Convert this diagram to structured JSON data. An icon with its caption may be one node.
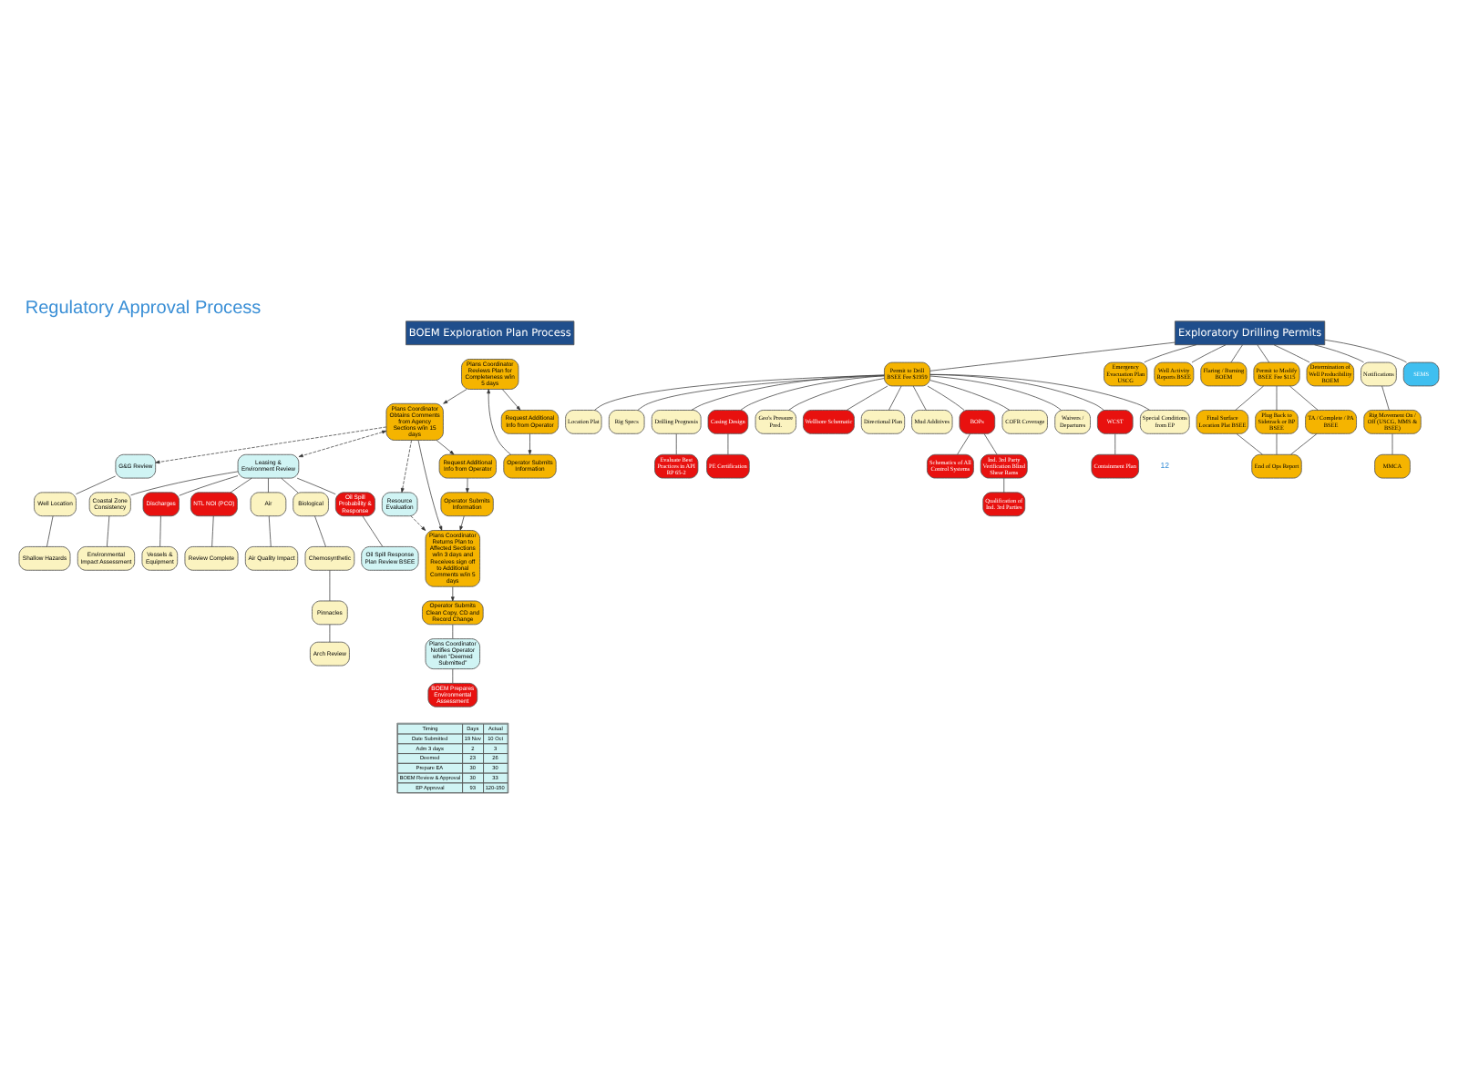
{
  "diagram": {
    "title": "Regulatory Approval Process",
    "nodes": [
      {
        "text": [
          "BOEM Exploration Plan Process"
        ]
      },
      {
        "text": [
          "Plans Coordinator Reviews Plan for Completeness w/in 5 days"
        ]
      },
      {
        "text": [
          "Plans Coordinator Obtains Comments from Agency Sections w/in 15 days"
        ]
      },
      {
        "text": [
          "Plans Coordinator Returns Plan to Affected Sections w/in 3 days and Receives sign off to Additional Comments w/in 5 days"
        ]
      },
      {
        "text": [
          "Operator Submits Clean Copy, CD and Record Change"
        ]
      },
      {
        "text": [
          "Request Additional Info from Operator"
        ]
      },
      {
        "text": [
          "Operator Submits Information"
        ]
      },
      {
        "text": [
          "Request Additional Info from Operator"
        ]
      },
      {
        "text": [
          "Operator Submits Information"
        ]
      },
      {
        "text": [
          "Plans Coordinator Notifies Operator when “Deemed Submitted”"
        ]
      },
      {
        "text": [
          "G&G Review"
        ]
      },
      {
        "text": [
          "Leasing & Environment Review"
        ]
      },
      {
        "text": [
          "Resource Evaluation"
        ]
      },
      {
        "text": [
          "BOEM Prepares Environmental Assessment"
        ]
      },
      {
        "text": [
          "Well Location"
        ]
      },
      {
        "text": [
          "Shallow Hazards"
        ]
      },
      {
        "text": [
          "Air"
        ]
      },
      {
        "text": [
          "Air Quality Impact"
        ]
      },
      {
        "text": [
          "Biological"
        ]
      },
      {
        "text": [
          "Chemosynthetic"
        ]
      },
      {
        "text": [
          "Pinnacles"
        ]
      },
      {
        "text": [
          "Arch Review"
        ]
      },
      {
        "text": [
          "Oil Spill Probability & Response"
        ]
      },
      {
        "text": [
          "Coastal Zone Consistency"
        ]
      },
      {
        "text": [
          "Environmental Impact Assessment"
        ]
      },
      {
        "text": [
          "Discharges"
        ]
      },
      {
        "text": [
          "Vessels & Equipment"
        ]
      },
      {
        "text": [
          "NTL NOI (PCO)"
        ]
      },
      {
        "text": [
          "Review Complete"
        ]
      },
      {
        "text": [
          "Oil Spill Response Plan Review BSEE"
        ]
      },
      {
        "text": [
          "Exploratory Drilling Permits"
        ]
      },
      {
        "text": [
          "Permit to Drill BSEE Fee $1959"
        ]
      },
      {
        "text": [
          "Emergency Evacuation Plan USCG"
        ]
      },
      {
        "text": [
          "Well Activity Reports BSEE"
        ]
      },
      {
        "text": [
          "Flaring / Burning BOEM"
        ]
      },
      {
        "text": [
          "Permit to Modify BSEE Fee $115"
        ]
      },
      {
        "text": [
          "Determination of Well Producibility BOEM"
        ]
      },
      {
        "text": [
          "Notifications"
        ]
      },
      {
        "text": [
          "Rig Movement On / Off (USCG, MMS & BSEE)"
        ]
      },
      {
        "text": [
          "MMCA"
        ]
      },
      {
        "text": [
          "SEMS"
        ]
      },
      {
        "text": [
          "Final Surface Location Plat BSEE"
        ]
      },
      {
        "text": [
          "Plug Back to Sidetrack or BP BSEE"
        ]
      },
      {
        "text": [
          "TA / Complete / PA BSEE"
        ]
      },
      {
        "text": [
          "End of Ops Report"
        ]
      },
      {
        "text": [
          "Location Plat"
        ]
      },
      {
        "text": [
          "Rig Specs"
        ]
      },
      {
        "text": [
          "Drilling Prognosis"
        ]
      },
      {
        "text": [
          "Casing Design"
        ]
      },
      {
        "text": [
          "Evaluate Best Practices in API RP 65-2"
        ]
      },
      {
        "text": [
          "PE Certification"
        ]
      },
      {
        "text": [
          "Geo's Pressure Pred."
        ]
      },
      {
        "text": [
          "Wellbore Schematic"
        ]
      },
      {
        "text": [
          "Directional Plan"
        ]
      },
      {
        "text": [
          "Mud Additives"
        ]
      },
      {
        "text": [
          "BOPs"
        ]
      },
      {
        "text": [
          "Schematics of All Control Systems"
        ]
      },
      {
        "text": [
          "Ind. 3rd Party Verification Blind Shear Rams"
        ]
      },
      {
        "text": [
          "Qualification of Ind. 3rd Parties"
        ]
      },
      {
        "text": [
          "COFR Coverage"
        ]
      },
      {
        "text": [
          "Waivers / Departures"
        ]
      },
      {
        "text": [
          "WCST"
        ]
      },
      {
        "text": [
          "Containment Plan"
        ]
      },
      {
        "text": [
          "Special Conditions from EP"
        ]
      }
    ],
    "edges": [
      {
        "from": 1,
        "to": 2,
        "arrow": "to"
      },
      {
        "from": 1,
        "to": 5,
        "arrow": "to"
      },
      {
        "from": 5,
        "to": 6,
        "arrow": "to"
      },
      {
        "from": 6,
        "to": 1,
        "arrow": "to"
      },
      {
        "from": 2,
        "to": 3,
        "arrow": "to"
      },
      {
        "from": 2,
        "to": 7,
        "arrow": "to"
      },
      {
        "from": 7,
        "to": 8,
        "arrow": "to"
      },
      {
        "from": 8,
        "to": 3,
        "arrow": "to"
      },
      {
        "from": 3,
        "to": 4,
        "arrow": "to"
      },
      {
        "from": 4,
        "to": 9,
        "arrow": "none"
      },
      {
        "from": 9,
        "to": 13,
        "arrow": "none"
      },
      {
        "from": 2,
        "to": 10,
        "arrow": "to",
        "style": "dashed"
      },
      {
        "from": 2,
        "to": 11,
        "arrow": "both",
        "style": "dashed"
      },
      {
        "from": 2,
        "to": 12,
        "arrow": "to",
        "style": "dashed"
      },
      {
        "from": 12,
        "to": 3,
        "arrow": "to",
        "style": "dashed"
      },
      {
        "from": 10,
        "to": 14,
        "arrow": "none"
      },
      {
        "from": 14,
        "to": 15,
        "arrow": "none"
      },
      {
        "from": 11,
        "to": 16,
        "arrow": "none"
      },
      {
        "from": 11,
        "to": 18,
        "arrow": "none"
      },
      {
        "from": 11,
        "to": 22,
        "arrow": "none"
      },
      {
        "from": 11,
        "to": 23,
        "arrow": "none"
      },
      {
        "from": 11,
        "to": 25,
        "arrow": "none"
      },
      {
        "from": 11,
        "to": 27,
        "arrow": "none"
      },
      {
        "from": 16,
        "to": 17,
        "arrow": "none"
      },
      {
        "from": 18,
        "to": 19,
        "arrow": "none"
      },
      {
        "from": 19,
        "to": 20,
        "arrow": "none"
      },
      {
        "from": 20,
        "to": 21,
        "arrow": "none"
      },
      {
        "from": 23,
        "to": 24,
        "arrow": "none"
      },
      {
        "from": 25,
        "to": 26,
        "arrow": "none"
      },
      {
        "from": 27,
        "to": 28,
        "arrow": "none"
      },
      {
        "from": 22,
        "to": 29,
        "arrow": "none"
      },
      {
        "from": 30,
        "to": 31,
        "arrow": "none"
      },
      {
        "from": 30,
        "to": 32,
        "arrow": "none"
      },
      {
        "from": 30,
        "to": 33,
        "arrow": "none"
      },
      {
        "from": 30,
        "to": 34,
        "arrow": "none"
      },
      {
        "from": 30,
        "to": 35,
        "arrow": "none"
      },
      {
        "from": 30,
        "to": 36,
        "arrow": "none"
      },
      {
        "from": 30,
        "to": 37,
        "arrow": "none"
      },
      {
        "from": 30,
        "to": 40,
        "arrow": "none"
      },
      {
        "from": 37,
        "to": 38,
        "arrow": "none"
      },
      {
        "from": 38,
        "to": 39,
        "arrow": "none"
      },
      {
        "from": 35,
        "to": 41,
        "arrow": "none"
      },
      {
        "from": 35,
        "to": 42,
        "arrow": "none"
      },
      {
        "from": 35,
        "to": 43,
        "arrow": "none"
      },
      {
        "from": 41,
        "to": 44,
        "arrow": "none"
      },
      {
        "from": 42,
        "to": 44,
        "arrow": "none"
      },
      {
        "from": 43,
        "to": 44,
        "arrow": "none"
      },
      {
        "from": 31,
        "to": 45,
        "arrow": "none"
      },
      {
        "from": 31,
        "to": 46,
        "arrow": "none"
      },
      {
        "from": 31,
        "to": 47,
        "arrow": "none"
      },
      {
        "from": 31,
        "to": 48,
        "arrow": "none"
      },
      {
        "from": 31,
        "to": 51,
        "arrow": "none"
      },
      {
        "from": 31,
        "to": 52,
        "arrow": "none"
      },
      {
        "from": 31,
        "to": 53,
        "arrow": "none"
      },
      {
        "from": 31,
        "to": 54,
        "arrow": "none"
      },
      {
        "from": 31,
        "to": 55,
        "arrow": "none"
      },
      {
        "from": 31,
        "to": 59,
        "arrow": "none"
      },
      {
        "from": 31,
        "to": 60,
        "arrow": "none"
      },
      {
        "from": 31,
        "to": 61,
        "arrow": "none"
      },
      {
        "from": 31,
        "to": 63,
        "arrow": "none"
      },
      {
        "from": 47,
        "to": 49,
        "arrow": "none"
      },
      {
        "from": 48,
        "to": 50,
        "arrow": "none"
      },
      {
        "from": 55,
        "to": 56,
        "arrow": "none"
      },
      {
        "from": 55,
        "to": 57,
        "arrow": "none"
      },
      {
        "from": 57,
        "to": 58,
        "arrow": "none"
      },
      {
        "from": 61,
        "to": 62,
        "arrow": "none"
      }
    ],
    "labels": [
      "Timing",
      "Days",
      "Actual",
      "Date Submitted",
      "19 Nov",
      "10 Oct",
      "Adm 3 days",
      "2",
      "3",
      "Deemed",
      "23",
      "26",
      "Prepare EA",
      "30",
      "30",
      "BOEM Review & Approval",
      "30",
      "33",
      "EP Approval",
      "93",
      "120-150",
      "12"
    ]
  }
}
